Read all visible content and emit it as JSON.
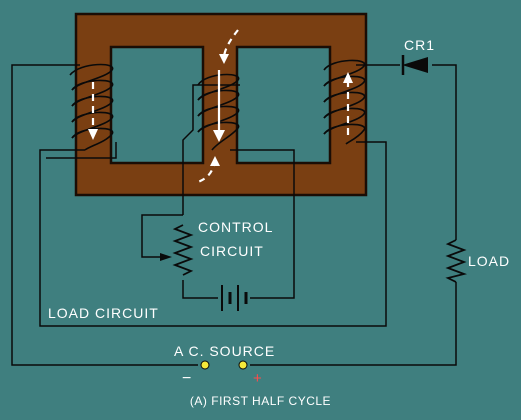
{
  "colors": {
    "background": "#3f7f7f",
    "core": "#7a3f12",
    "core_outline": "#1a0d05",
    "wire": "#0a0a0a",
    "arrow": "#ffffff",
    "terminal": "#f5e93a",
    "plus": "#ff4b4b"
  },
  "labels": {
    "diode": "CR1",
    "control_circuit_line1": "CONTROL",
    "control_circuit_line2": "CIRCUIT",
    "load": "LOAD",
    "load_circuit": "LOAD CIRCUIT",
    "ac_source": "A C. SOURCE",
    "minus": "−",
    "plus": "+",
    "caption": "(A)  FIRST HALF CYCLE"
  }
}
